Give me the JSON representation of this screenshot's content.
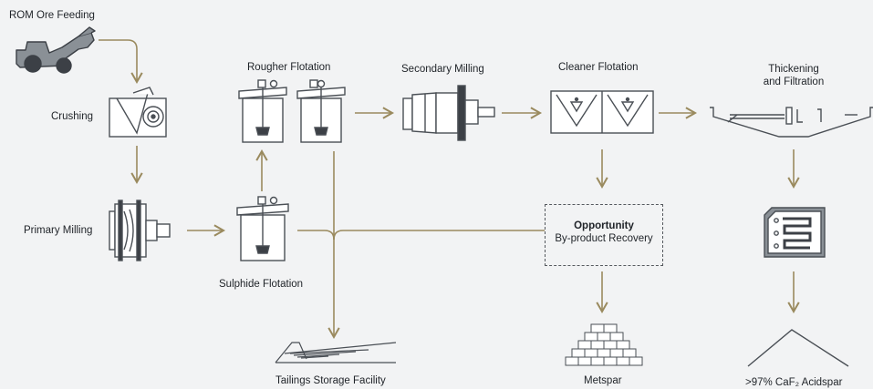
{
  "colors": {
    "flow": "#9a8a5e",
    "equip_fill": "#ffffff",
    "equip_stroke": "#4a4f55",
    "dark": "#3c4046",
    "gray": "#8a9096"
  },
  "labels": {
    "rom_ore_feeding": "ROM Ore Feeding",
    "crushing": "Crushing",
    "primary_milling": "Primary Milling",
    "rougher_flotation": "Rougher Flotation",
    "sulphide_flotation": "Sulphide Flotation",
    "secondary_milling": "Secondary Milling",
    "cleaner_flotation": "Cleaner Flotation",
    "thickening_line1": "Thickening",
    "thickening_line2": "and Filtration",
    "tailings": "Tailings Storage Facility",
    "metspar": "Metspar",
    "acidspar": ">97% CaF₂ Acidspar"
  },
  "opportunity": {
    "title": "Opportunity",
    "subtitle": "By-product Recovery"
  },
  "icons": [
    "loader-icon",
    "crusher-icon",
    "ball-mill-icon",
    "flotation-cell-icon",
    "secondary-mill-icon",
    "cleaner-cell-icon",
    "thickener-icon",
    "filter-press-icon",
    "tailings-dam-icon",
    "metspar-bricks-icon",
    "acidspar-stockpile-icon"
  ]
}
